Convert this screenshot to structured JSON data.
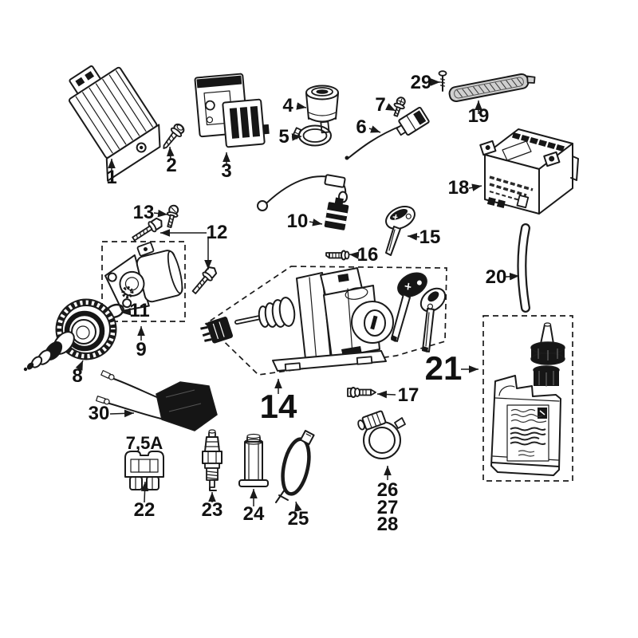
{
  "figure": {
    "background": "#ffffff",
    "ink_color": "#1a1a1a"
  },
  "labels": {
    "p1": "1",
    "p2": "2",
    "p3": "3",
    "p4": "4",
    "p5": "5",
    "p6": "6",
    "p7": "7",
    "p8": "8",
    "p9": "9",
    "p10": "10",
    "p11": "11",
    "p12": "12",
    "p13": "13",
    "p14": "14",
    "p15": "15",
    "p16": "16",
    "p17": "17",
    "p18": "18",
    "p19": "19",
    "p20": "20",
    "p21": "21",
    "p22": "22",
    "p23": "23",
    "p24": "24",
    "p25": "25",
    "p26": "26",
    "p27": "27",
    "p28": "28",
    "p29": "29",
    "p30": "30"
  },
  "annotations": {
    "fuse_rating": "7,5A"
  }
}
